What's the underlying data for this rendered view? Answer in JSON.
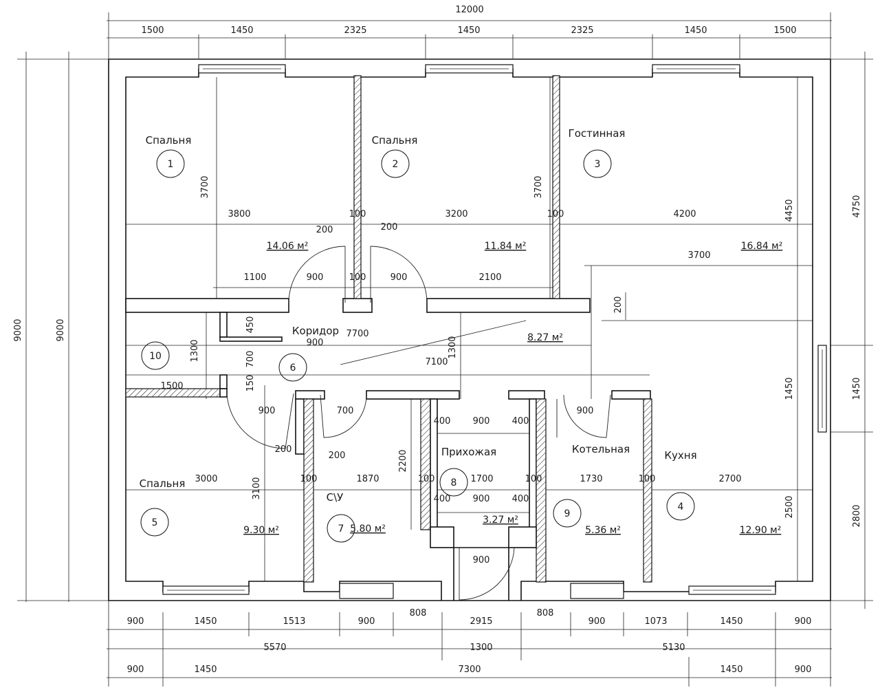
{
  "dimensions": {
    "top_total": "12000",
    "top_segments": [
      "1500",
      "1450",
      "2325",
      "1450",
      "2325",
      "1450",
      "1500"
    ],
    "left_outer": "9000",
    "left_inner": "9000",
    "right_segments": [
      "4750",
      "1450",
      "2800"
    ],
    "bottom_row1": [
      "900",
      "1450",
      "1513",
      "900",
      "808",
      "2915",
      "808",
      "900",
      "1073",
      "1450",
      "900"
    ],
    "bottom_row2": [
      "5570",
      "1300",
      "5130"
    ],
    "bottom_row3": [
      "900",
      "1450",
      "7300",
      "1450",
      "900"
    ],
    "interior": [
      "3800",
      "100",
      "3200",
      "100",
      "4200",
      "3700",
      "3700",
      "4450",
      "200",
      "200",
      "1100",
      "900",
      "100",
      "900",
      "2100",
      "3700",
      "200",
      "450",
      "1300",
      "700",
      "150",
      "1500",
      "7700",
      "900",
      "7100",
      "1300",
      "900",
      "700",
      "200",
      "200",
      "400",
      "900",
      "400",
      "900",
      "1450",
      "3000",
      "100",
      "1870",
      "100",
      "1700",
      "100",
      "1730",
      "100",
      "2700",
      "3100",
      "2200",
      "400",
      "900",
      "400",
      "2500",
      "900"
    ]
  },
  "rooms": [
    {
      "number": "1",
      "name": "Спальня",
      "area": "14.06 м²"
    },
    {
      "number": "2",
      "name": "Спальня",
      "area": "11.84 м²"
    },
    {
      "number": "3",
      "name": "Гостинная",
      "area": "16.84 м²"
    },
    {
      "number": "4",
      "name": "Кухня",
      "area": "12.90 м²"
    },
    {
      "number": "5",
      "name": "Спальня",
      "area": "9.30 м²"
    },
    {
      "number": "6",
      "name": "Коридор",
      "area": "8.27 м²"
    },
    {
      "number": "7",
      "name": "С\\У",
      "area": "5.80 м²"
    },
    {
      "number": "8",
      "name": "Прихожая",
      "area": "3.27 м²"
    },
    {
      "number": "9",
      "name": "Котельная",
      "area": "5.36 м²"
    },
    {
      "number": "10",
      "name": "",
      "area": ""
    }
  ]
}
